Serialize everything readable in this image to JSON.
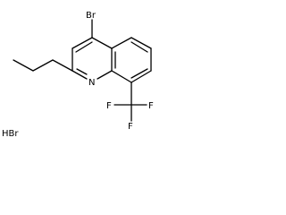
{
  "molecule": {
    "atoms": {
      "bromine": "Br",
      "nitrogen": "N",
      "fluorine_1": "F",
      "fluorine_2": "F",
      "fluorine_3": "F"
    },
    "salt": "HBr"
  }
}
